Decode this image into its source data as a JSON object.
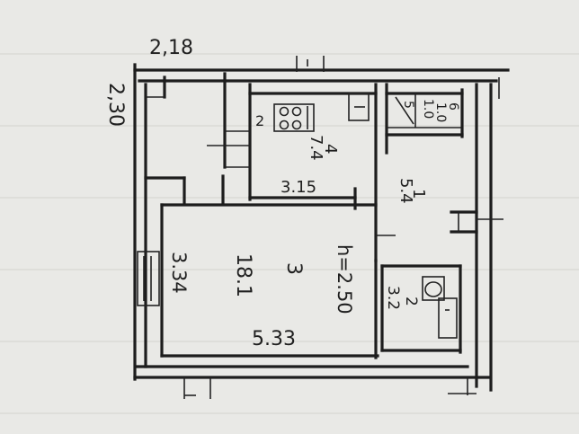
{
  "dimensions": {
    "top_width": "2,18",
    "left_height": "2,30",
    "kitchen_width": "3.15",
    "living_width": "5.33",
    "living_height": "3.34",
    "ceiling_height": "h=2.50"
  },
  "rooms": {
    "room_1": {
      "number": "1",
      "area": "5.4"
    },
    "room_2": {
      "number": "2",
      "area": "3.2"
    },
    "room_3": {
      "number": "3",
      "area": "18.1"
    },
    "room_4": {
      "number": "4",
      "area": "7.4"
    },
    "room_5": {
      "number": "5",
      "area": "1.0"
    },
    "room_6": {
      "number": "6",
      "area": "1.0"
    }
  },
  "fixtures": {
    "stove_label": "2"
  },
  "colors": {
    "paper": "#e9e9e6",
    "ink": "#1d1d1d"
  }
}
